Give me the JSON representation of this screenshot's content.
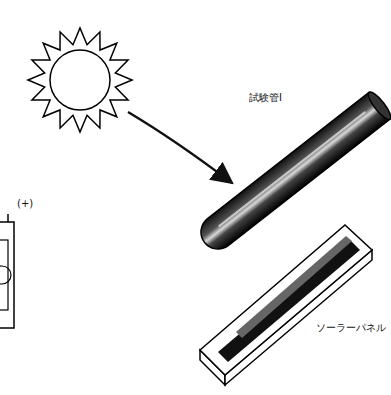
{
  "diagram": {
    "labels": [
      "試験管Ⅰ",
      "ソーラーパネル",
      "(+)"
    ]
  }
}
